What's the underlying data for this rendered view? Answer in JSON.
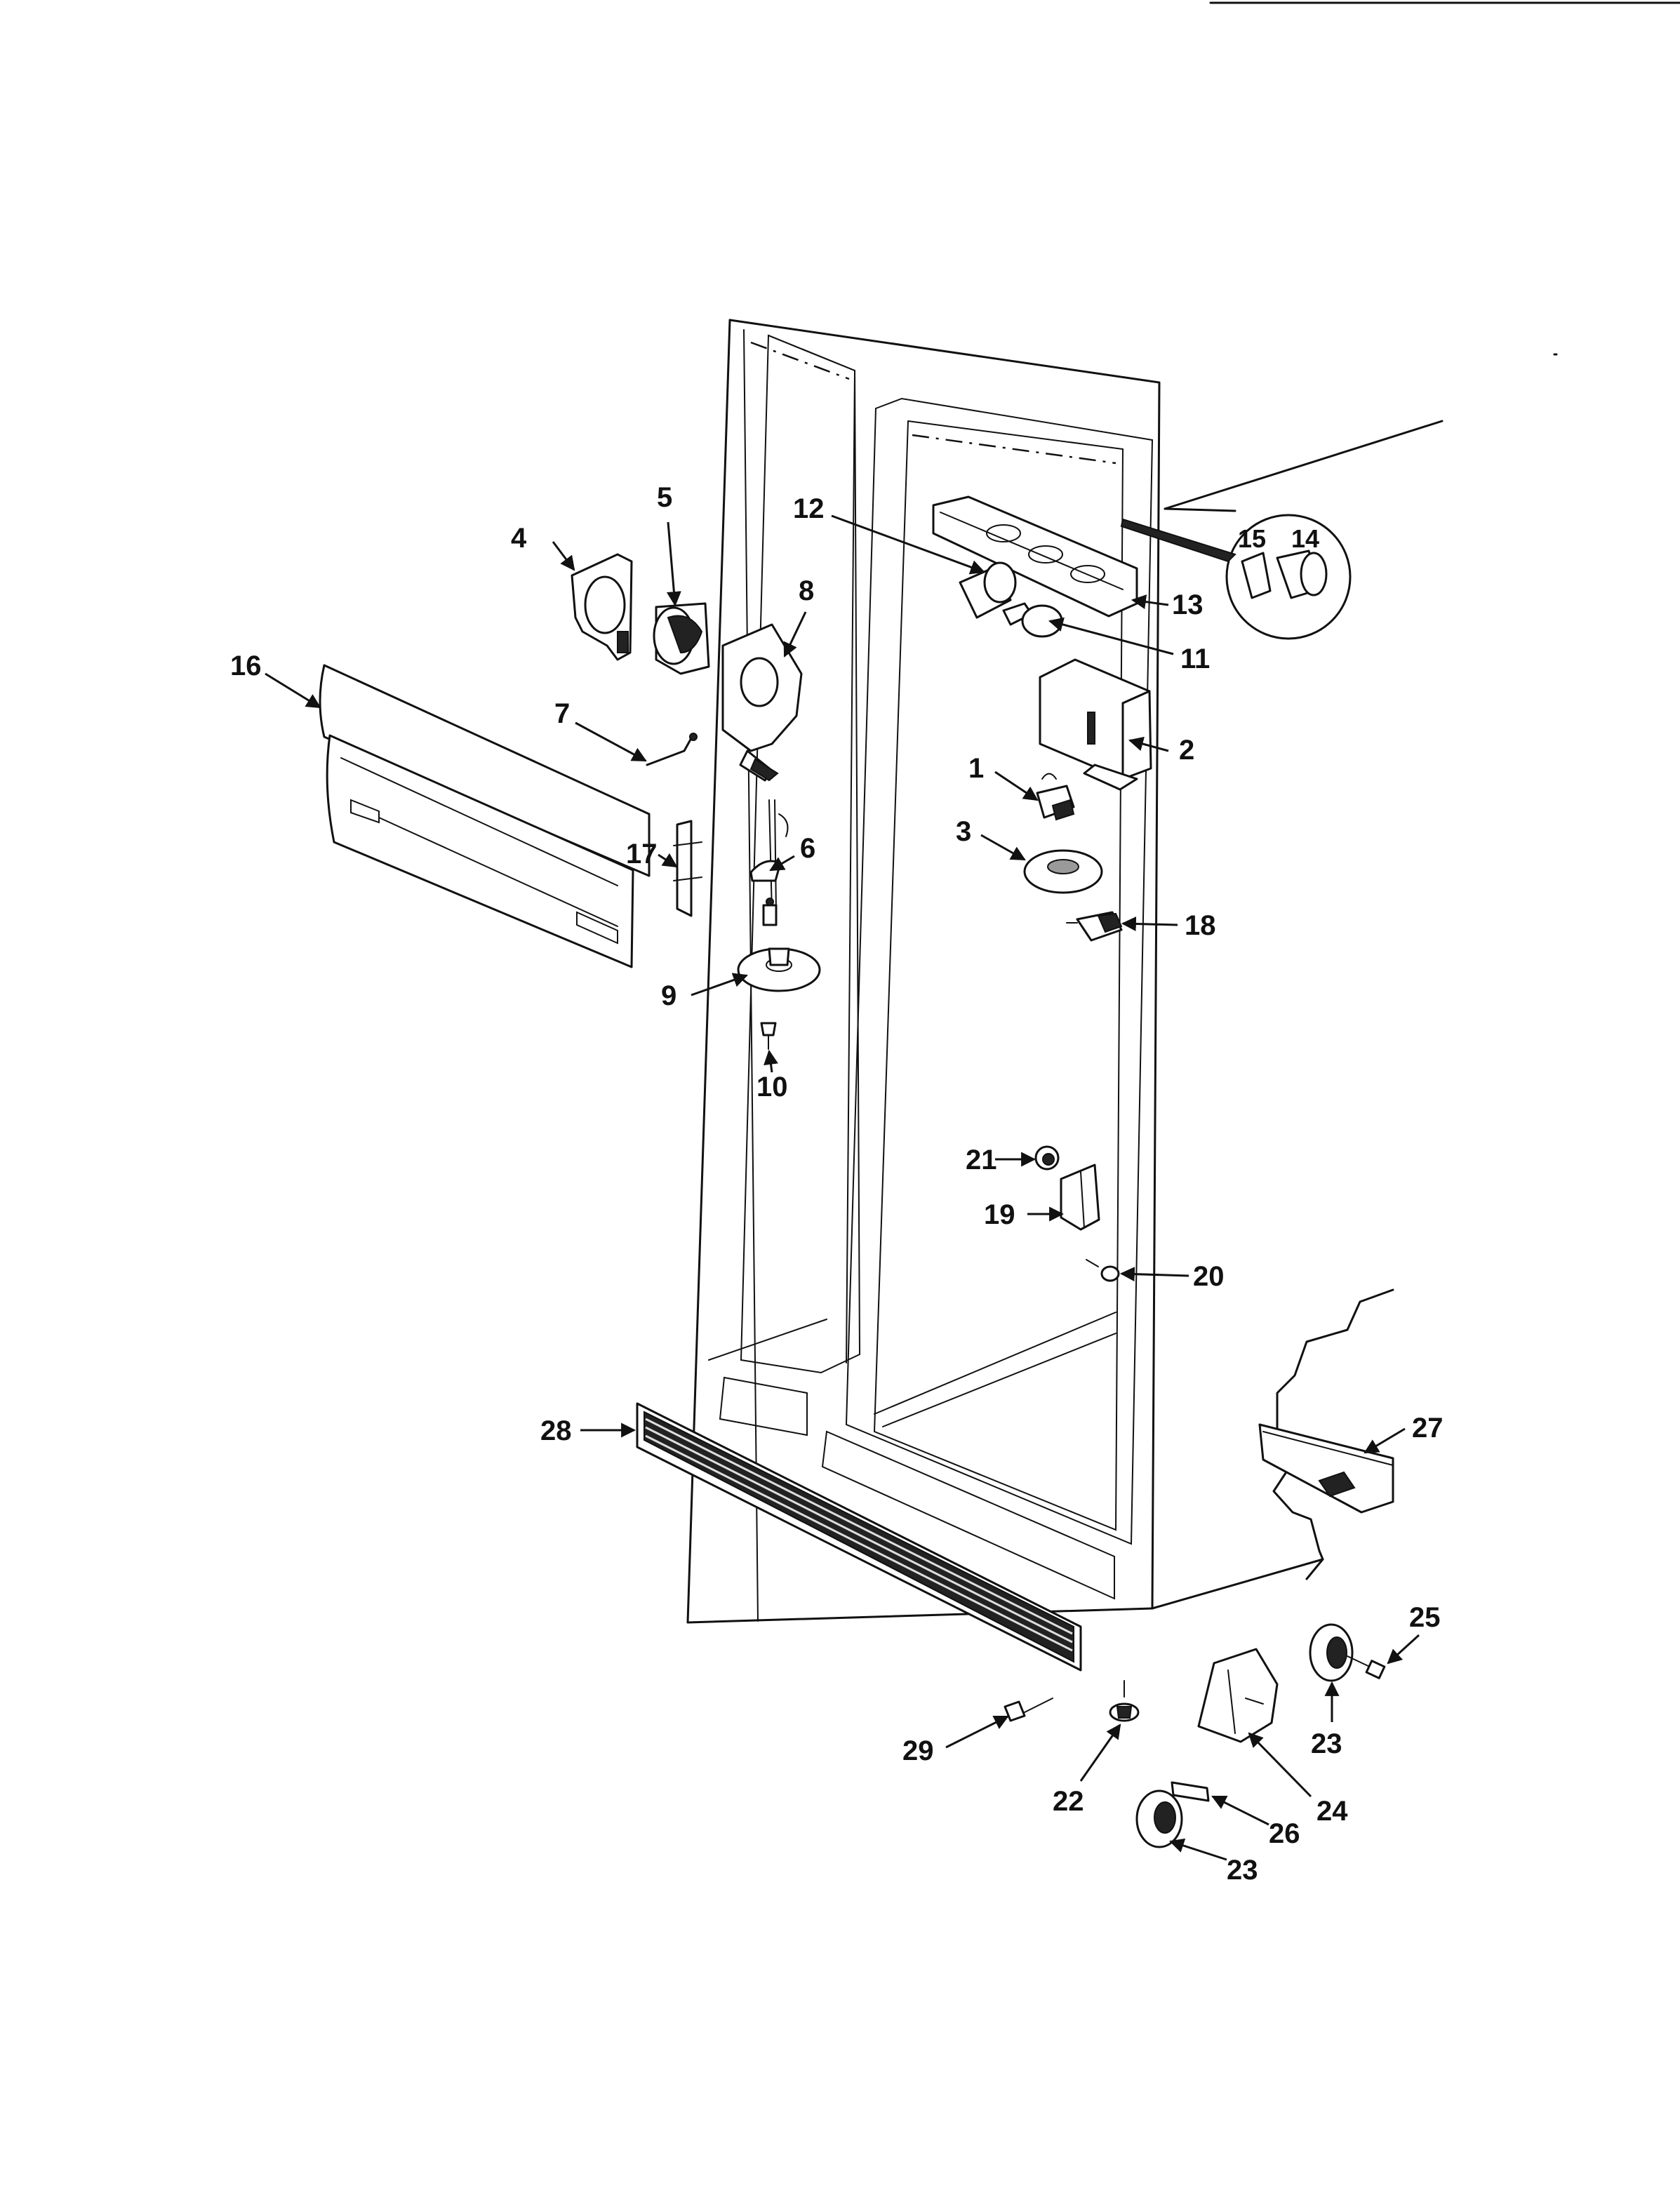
{
  "callouts": {
    "c1": "1",
    "c2": "2",
    "c3": "3",
    "c4": "4",
    "c5": "5",
    "c6": "6",
    "c7": "7",
    "c8": "8",
    "c9": "9",
    "c10": "10",
    "c11": "11",
    "c12": "12",
    "c13": "13",
    "c14": "14",
    "c15": "15",
    "c16": "16",
    "c17": "17",
    "c18": "18",
    "c19": "19",
    "c20": "20",
    "c21": "21",
    "c22": "22",
    "c23a": "23",
    "c23b": "23",
    "c24": "24",
    "c25": "25",
    "c26": "26",
    "c27": "27",
    "c28": "28",
    "c29": "29"
  },
  "colors": {
    "ink": "#111111",
    "paper": "#ffffff",
    "shade": "#9a9a9a"
  }
}
